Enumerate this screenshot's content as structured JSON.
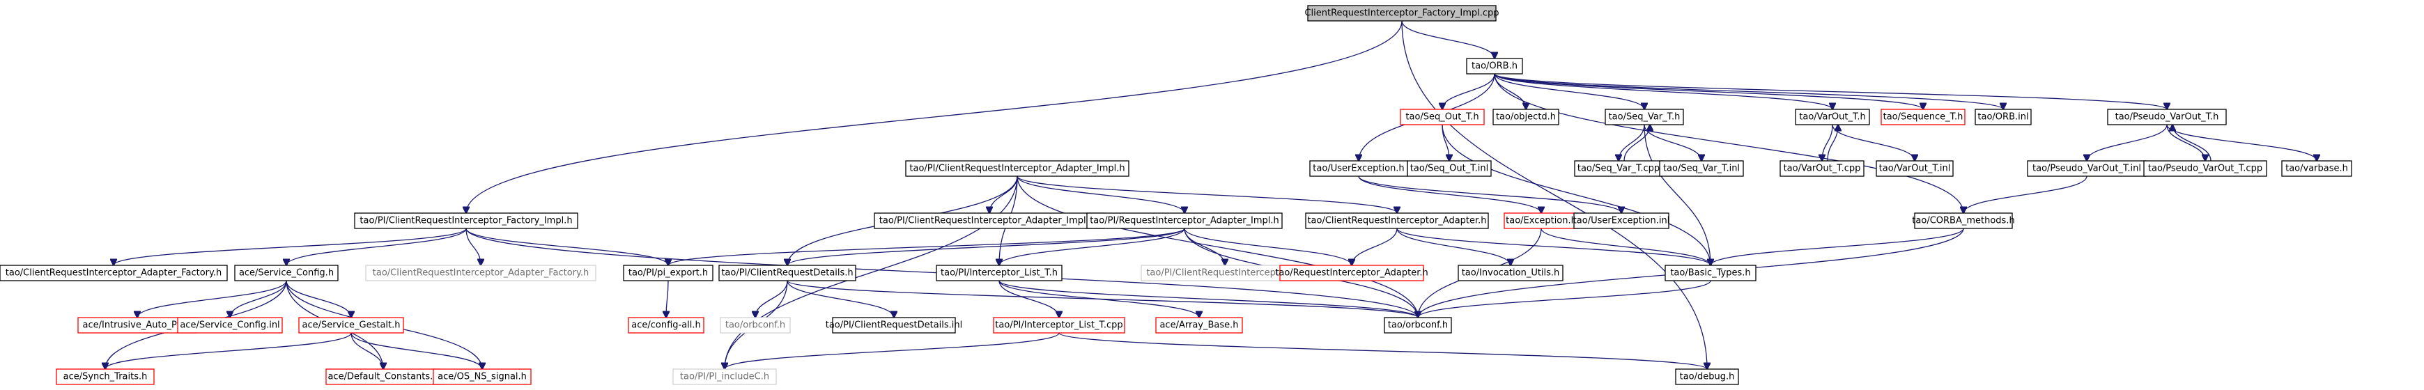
{
  "colors": {
    "edge": "#191970",
    "root_fill": "#c0c0c0",
    "default_border": "#000000",
    "missing_border": "#ff0000",
    "external_border": "#d3d3d3",
    "external_text": "#6f6f6f",
    "text": "#000000"
  },
  "graph": {
    "nodes": [
      {
        "id": "n0",
        "label": "ClientRequestInterceptor_Factory_Impl.cpp",
        "kind": "root"
      },
      {
        "id": "n1",
        "label": "tao/ORB.h",
        "kind": "default"
      },
      {
        "id": "n2",
        "label": "tao/Seq_Out_T.h",
        "kind": "missing"
      },
      {
        "id": "n3",
        "label": "tao/objectd.h",
        "kind": "default"
      },
      {
        "id": "n4",
        "label": "tao/Seq_Var_T.h",
        "kind": "default"
      },
      {
        "id": "n5",
        "label": "tao/VarOut_T.h",
        "kind": "default"
      },
      {
        "id": "n6",
        "label": "tao/Sequence_T.h",
        "kind": "missing"
      },
      {
        "id": "n7",
        "label": "tao/ORB.inl",
        "kind": "default"
      },
      {
        "id": "n8",
        "label": "tao/Pseudo_VarOut_T.h",
        "kind": "default"
      },
      {
        "id": "n9",
        "label": "tao/PI/ClientRequestInterceptor_Adapter_Impl.h",
        "kind": "default"
      },
      {
        "id": "n10",
        "label": "tao/UserException.h",
        "kind": "default"
      },
      {
        "id": "n11",
        "label": "tao/Seq_Out_T.inl",
        "kind": "default"
      },
      {
        "id": "n12",
        "label": "tao/Seq_Var_T.cpp",
        "kind": "default"
      },
      {
        "id": "n13",
        "label": "tao/Seq_Var_T.inl",
        "kind": "default"
      },
      {
        "id": "n14",
        "label": "tao/VarOut_T.cpp",
        "kind": "default"
      },
      {
        "id": "n15",
        "label": "tao/VarOut_T.inl",
        "kind": "default"
      },
      {
        "id": "n16",
        "label": "tao/Pseudo_VarOut_T.inl",
        "kind": "default"
      },
      {
        "id": "n17",
        "label": "tao/Pseudo_VarOut_T.cpp",
        "kind": "default"
      },
      {
        "id": "n18",
        "label": "tao/varbase.h",
        "kind": "default"
      },
      {
        "id": "n19",
        "label": "tao/PI/ClientRequestInterceptor_Factory_Impl.h",
        "kind": "default"
      },
      {
        "id": "n20",
        "label": "tao/PI/ClientRequestInterceptor_Adapter_Impl.inl",
        "kind": "default"
      },
      {
        "id": "n21",
        "label": "tao/PI/RequestInterceptor_Adapter_Impl.h",
        "kind": "default"
      },
      {
        "id": "n22",
        "label": "tao/ClientRequestInterceptor_Adapter.h",
        "kind": "default"
      },
      {
        "id": "n23",
        "label": "tao/Exception.h",
        "kind": "missing"
      },
      {
        "id": "n24",
        "label": "tao/UserException.inl",
        "kind": "default"
      },
      {
        "id": "n25",
        "label": "tao/CORBA_methods.h",
        "kind": "default"
      },
      {
        "id": "n26",
        "label": "tao/ClientRequestInterceptor_Adapter_Factory.h",
        "kind": "default"
      },
      {
        "id": "n27",
        "label": "ace/Service_Config.h",
        "kind": "default"
      },
      {
        "id": "n28",
        "label": "tao/ClientRequestInterceptor_Adapter_Factory.h",
        "kind": "external"
      },
      {
        "id": "n29",
        "label": "tao/PI/pi_export.h",
        "kind": "default"
      },
      {
        "id": "n30",
        "label": "tao/PI/ClientRequestDetails.h",
        "kind": "default"
      },
      {
        "id": "n31",
        "label": "tao/PI/Interceptor_List_T.h",
        "kind": "default"
      },
      {
        "id": "n32",
        "label": "tao/PI/ClientRequestInterceptorC.h",
        "kind": "external"
      },
      {
        "id": "n33",
        "label": "tao/RequestInterceptor_Adapter.h",
        "kind": "missing"
      },
      {
        "id": "n34",
        "label": "tao/Invocation_Utils.h",
        "kind": "default"
      },
      {
        "id": "n35",
        "label": "tao/Basic_Types.h",
        "kind": "default"
      },
      {
        "id": "n36",
        "label": "ace/Intrusive_Auto_Ptr.h",
        "kind": "missing"
      },
      {
        "id": "n37",
        "label": "ace/Service_Config.inl",
        "kind": "missing"
      },
      {
        "id": "n38",
        "label": "ace/Service_Gestalt.h",
        "kind": "missing"
      },
      {
        "id": "n39",
        "label": "ace/config-all.h",
        "kind": "missing"
      },
      {
        "id": "n40",
        "label": "tao/orbconf.h",
        "kind": "external"
      },
      {
        "id": "n41",
        "label": "tao/PI/ClientRequestDetails.inl",
        "kind": "default"
      },
      {
        "id": "n42",
        "label": "tao/PI/Interceptor_List_T.cpp",
        "kind": "missing"
      },
      {
        "id": "n43",
        "label": "ace/Array_Base.h",
        "kind": "missing"
      },
      {
        "id": "n44",
        "label": "tao/orbconf.h",
        "kind": "default"
      },
      {
        "id": "n45",
        "label": "ace/Synch_Traits.h",
        "kind": "missing"
      },
      {
        "id": "n46",
        "label": "ace/Default_Constants.h",
        "kind": "missing"
      },
      {
        "id": "n47",
        "label": "ace/OS_NS_signal.h",
        "kind": "missing"
      },
      {
        "id": "n48",
        "label": "tao/PI/PI_includeC.h",
        "kind": "external"
      },
      {
        "id": "n49",
        "label": "tao/debug.h",
        "kind": "default"
      }
    ],
    "edges": [
      [
        "n0",
        "n1"
      ],
      [
        "n0",
        "n19"
      ],
      [
        "n0",
        "n49"
      ],
      [
        "n1",
        "n2"
      ],
      [
        "n1",
        "n3"
      ],
      [
        "n1",
        "n4"
      ],
      [
        "n1",
        "n5"
      ],
      [
        "n1",
        "n6"
      ],
      [
        "n1",
        "n7"
      ],
      [
        "n1",
        "n8"
      ],
      [
        "n1",
        "n10"
      ],
      [
        "n1",
        "n25"
      ],
      [
        "n2",
        "n11"
      ],
      [
        "n2",
        "n35"
      ],
      [
        "n4",
        "n12"
      ],
      [
        "n4",
        "n13"
      ],
      [
        "n4",
        "n35"
      ],
      [
        "n12",
        "n4"
      ],
      [
        "n5",
        "n14"
      ],
      [
        "n5",
        "n15"
      ],
      [
        "n14",
        "n5"
      ],
      [
        "n8",
        "n16"
      ],
      [
        "n8",
        "n17"
      ],
      [
        "n8",
        "n18"
      ],
      [
        "n17",
        "n8"
      ],
      [
        "n10",
        "n23"
      ],
      [
        "n10",
        "n24"
      ],
      [
        "n16",
        "n25"
      ],
      [
        "n9",
        "n20"
      ],
      [
        "n9",
        "n21"
      ],
      [
        "n9",
        "n22"
      ],
      [
        "n9",
        "n30"
      ],
      [
        "n9",
        "n31"
      ],
      [
        "n9",
        "n48"
      ],
      [
        "n9",
        "n44"
      ],
      [
        "n19",
        "n26"
      ],
      [
        "n19",
        "n27"
      ],
      [
        "n19",
        "n28"
      ],
      [
        "n19",
        "n29"
      ],
      [
        "n19",
        "n44"
      ],
      [
        "n21",
        "n29"
      ],
      [
        "n21",
        "n31"
      ],
      [
        "n21",
        "n32"
      ],
      [
        "n21",
        "n33"
      ],
      [
        "n21",
        "n44"
      ],
      [
        "n21",
        "n30"
      ],
      [
        "n22",
        "n33"
      ],
      [
        "n22",
        "n34"
      ],
      [
        "n22",
        "n35"
      ],
      [
        "n23",
        "n35"
      ],
      [
        "n23",
        "n44"
      ],
      [
        "n25",
        "n35"
      ],
      [
        "n25",
        "n44"
      ],
      [
        "n27",
        "n36"
      ],
      [
        "n27",
        "n37"
      ],
      [
        "n27",
        "n38"
      ],
      [
        "n27",
        "n45"
      ],
      [
        "n27",
        "n46"
      ],
      [
        "n27",
        "n47"
      ],
      [
        "n38",
        "n45"
      ],
      [
        "n38",
        "n46"
      ],
      [
        "n38",
        "n47"
      ],
      [
        "n29",
        "n39"
      ],
      [
        "n30",
        "n40"
      ],
      [
        "n30",
        "n41"
      ],
      [
        "n30",
        "n48"
      ],
      [
        "n30",
        "n44"
      ],
      [
        "n31",
        "n42"
      ],
      [
        "n31",
        "n43"
      ],
      [
        "n31",
        "n44"
      ],
      [
        "n42",
        "n48"
      ],
      [
        "n42",
        "n49"
      ],
      [
        "n35",
        "n44"
      ],
      [
        "n0",
        "n49"
      ]
    ]
  }
}
